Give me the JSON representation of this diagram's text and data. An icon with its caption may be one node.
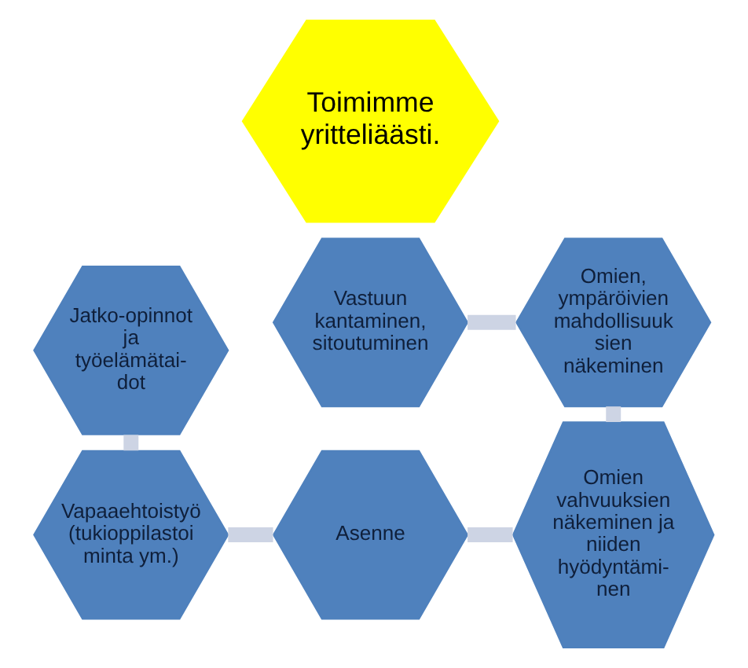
{
  "diagram": {
    "nodes": [
      {
        "text": [
          "Vastuun kantaminen, sitoutuminen"
        ]
      },
      {
        "text": [
          "Jatko-opinnot ja työelämätai- dot"
        ]
      },
      {
        "text": [
          "Omien, ympäröivien mahdollisuuk sien näkeminen"
        ]
      },
      {
        "text": [
          "Toimimme yritteliäästi."
        ]
      },
      {
        "text": [
          "Vapaaehtoistyö (tukioppilastoi minta ym.)"
        ]
      },
      {
        "text": [
          "Omien vahvuuksien näkeminen ja niiden hyödyntämi- nen"
        ]
      },
      {
        "text": [
          "Asenne"
        ]
      }
    ],
    "edges": [
      {
        "from": 0,
        "to": 2,
        "arrow": "none"
      },
      {
        "from": 2,
        "to": 5,
        "arrow": "none"
      },
      {
        "from": 6,
        "to": 5,
        "arrow": "none"
      },
      {
        "from": 4,
        "to": 6,
        "arrow": "none"
      },
      {
        "from": 1,
        "to": 4,
        "arrow": "none"
      }
    ]
  }
}
